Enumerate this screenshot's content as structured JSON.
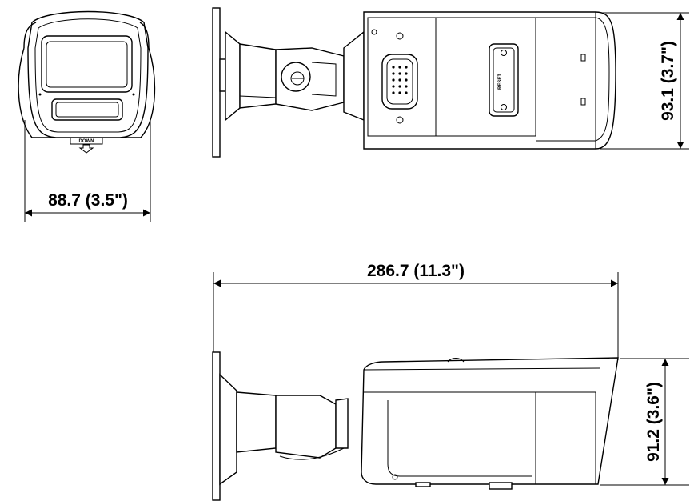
{
  "dimensions": {
    "front_width": "88.7 (3.5\")",
    "top_height": "93.1 (3.7\")",
    "overall_length": "286.7 (11.3\")",
    "side_height": "91.2 (3.6\")"
  },
  "markings": {
    "reset_label": "RESET",
    "front_arrow_text": "DOWN"
  }
}
